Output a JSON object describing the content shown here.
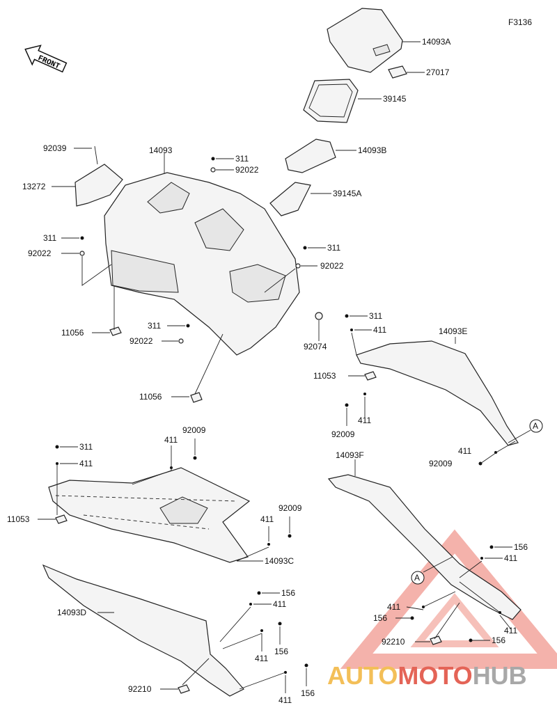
{
  "figure_code": "F3136",
  "front_label": "FRONT",
  "callout_marker": "A",
  "watermark": {
    "part1": "AUTO",
    "part2": "MOTO",
    "part3": "HUB",
    "color_part1": "#f2b43c",
    "color_part2": "#e04a3a",
    "color_part3": "#9a9a9a"
  },
  "parts": {
    "p14093A": "14093A",
    "p27017": "27017",
    "p39145": "39145",
    "p14093B": "14093B",
    "p39145A": "39145A",
    "p92039": "92039",
    "p13272": "13272",
    "p14093": "14093",
    "p311": "311",
    "p92022": "92022",
    "p11056": "11056",
    "p92074": "92074",
    "p14093E": "14093E",
    "p411": "411",
    "p11053": "11053",
    "p92009": "92009",
    "p14093F": "14093F",
    "p14093C": "14093C",
    "p14093D": "14093D",
    "p156": "156",
    "p92210": "92210"
  }
}
